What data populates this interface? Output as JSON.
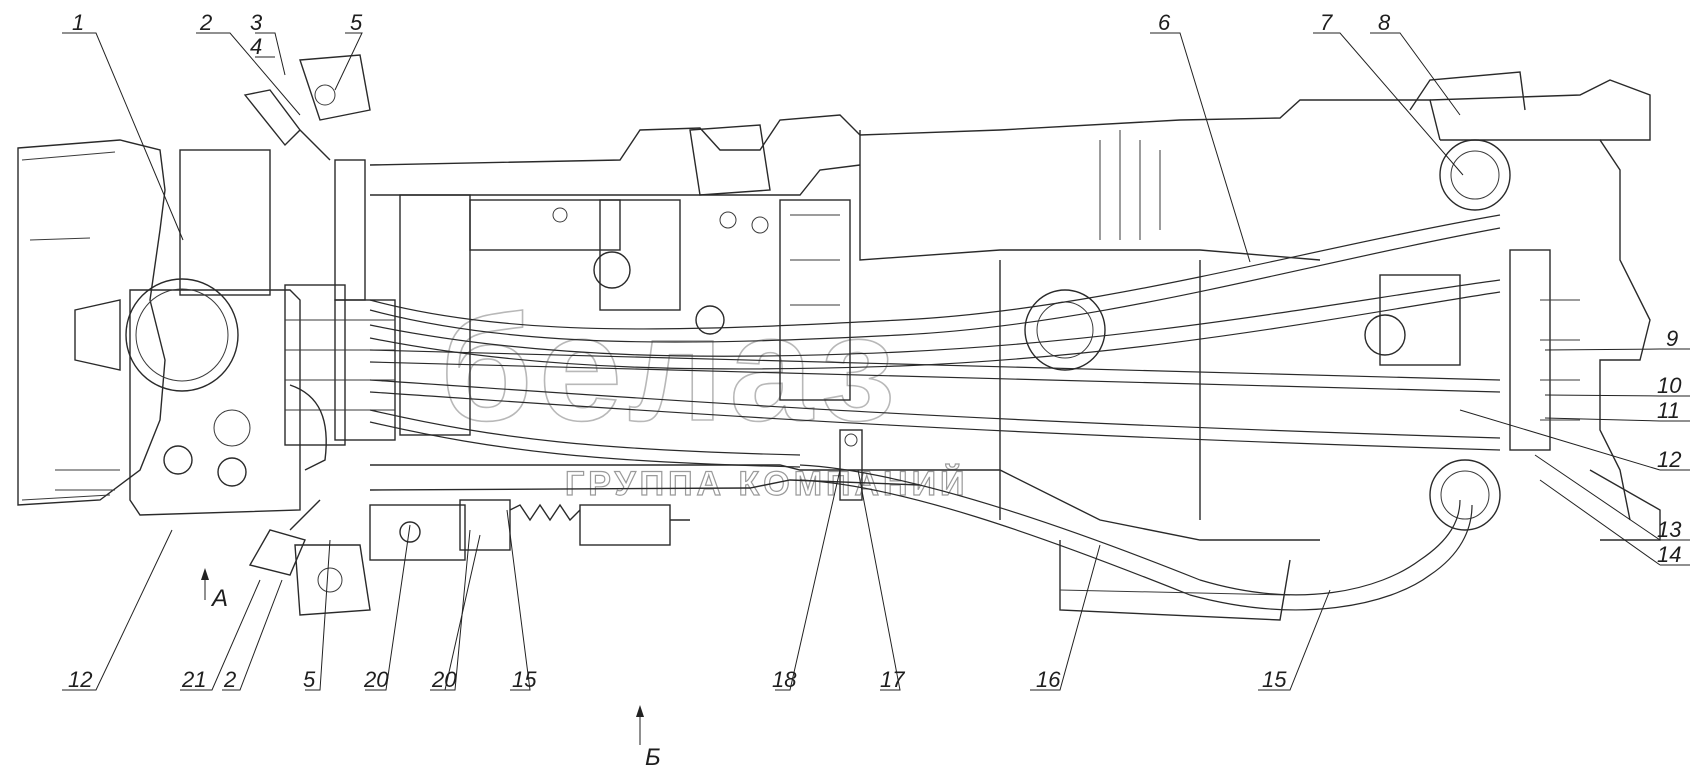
{
  "watermark": {
    "logo_text": "белаз",
    "caption": "ГРУППА КОМПАНИЙ"
  },
  "view_markers": {
    "a": "А",
    "b": "Б"
  },
  "callouts": {
    "c1": "1",
    "c2a": "2",
    "c3": "3",
    "c4": "4",
    "c5a": "5",
    "c6": "6",
    "c7": "7",
    "c8": "8",
    "c9": "9",
    "c10": "10",
    "c11": "11",
    "c12r": "12",
    "c13": "13",
    "c14": "14",
    "c12l": "12",
    "c21": "21",
    "c2b": "2",
    "c5b": "5",
    "c20a": "20",
    "c20b": "20",
    "c15a": "15",
    "c18": "18",
    "c17": "17",
    "c16": "16",
    "c15b": "15"
  }
}
